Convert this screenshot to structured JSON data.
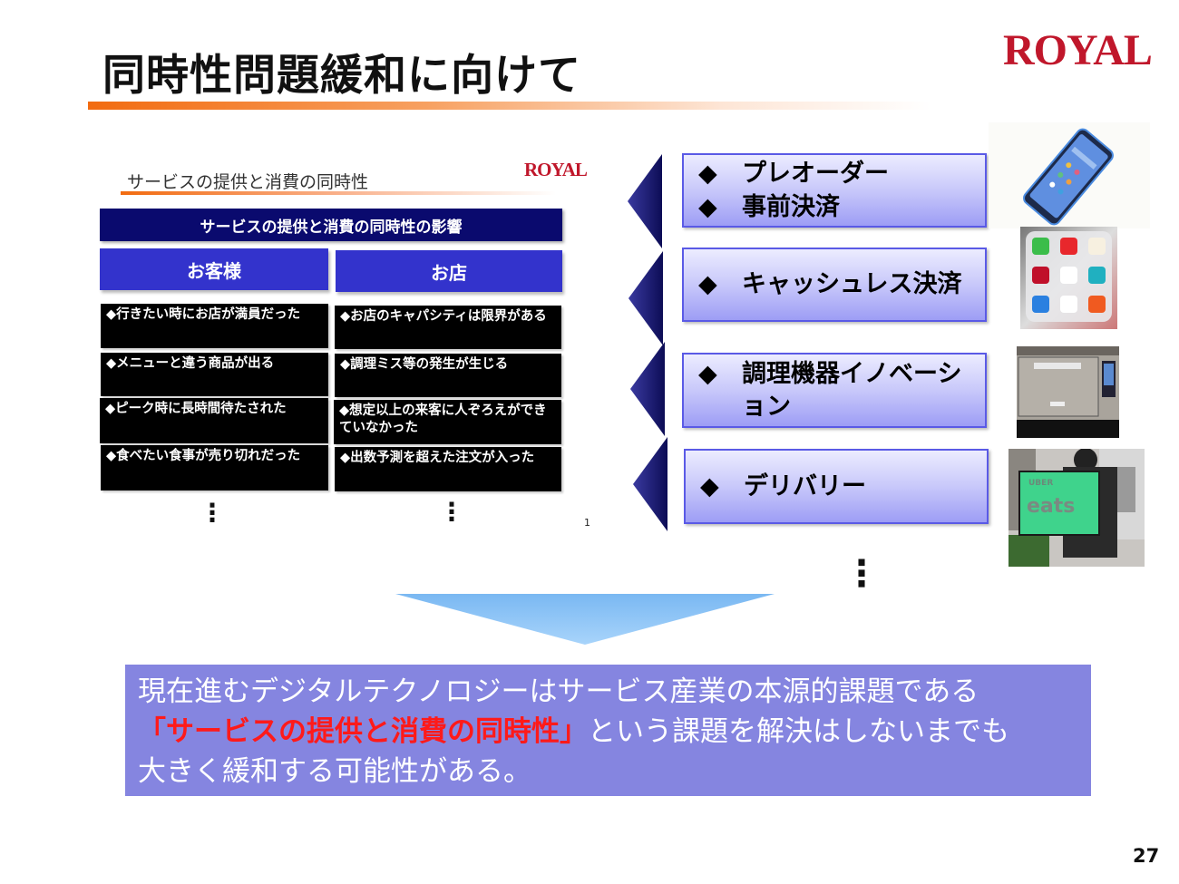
{
  "title": "同時性問題緩和に向けて",
  "logo_text": "ROYAL",
  "embedded_slide": {
    "title": "サービスの提供と消費の同時性",
    "logo_text": "ROYAL",
    "header": "サービスの提供と消費の同時性の影響",
    "columns": [
      {
        "label": "お客様",
        "items": [
          "◆行きたい時にお店が満員だった",
          "◆メニューと違う商品が出る",
          "◆ピーク時に長時間待たされた",
          "◆食べたい食事が売り切れだった"
        ]
      },
      {
        "label": "お店",
        "items": [
          "◆お店のキャパシティは限界がある",
          "◆調理ミス等の発生が生じる",
          "◆想定以上の来客に人ぞろえができていなかった",
          "◆出数予測を超えた注文が入った"
        ]
      }
    ],
    "ellipsis": "⋮",
    "page_number": "1"
  },
  "solutions": [
    {
      "lines": [
        "プレオーダー",
        "事前決済"
      ],
      "image": "smartphone"
    },
    {
      "lines": [
        "キャッシュレス決済"
      ],
      "image": "payment-apps"
    },
    {
      "lines": [
        "調理機器イノベーション"
      ],
      "image": "oven"
    },
    {
      "lines": [
        "デリバリー"
      ],
      "image": "uber-eats-courier"
    }
  ],
  "bullet": "◆",
  "solutions_ellipsis": "⋮",
  "image_text": {
    "uber": "eats",
    "uber_small": "UBER"
  },
  "conclusion": {
    "line1": "現在進むデジタルテクノロジーはサービス産業の本源的課題である",
    "highlight": "「サービスの提供と消費の同時性」",
    "line2_rest": "という課題を解決はしないまでも",
    "line3": "大きく緩和する可能性がある。"
  },
  "page_number": "27",
  "colors": {
    "accent_orange": "#f26b10",
    "navy": "#0a0a6e",
    "blue": "#3333cc",
    "logo_red": "#c0172b",
    "conclusion_bg": "#8585e0",
    "highlight_red": "#ff1a1a"
  }
}
